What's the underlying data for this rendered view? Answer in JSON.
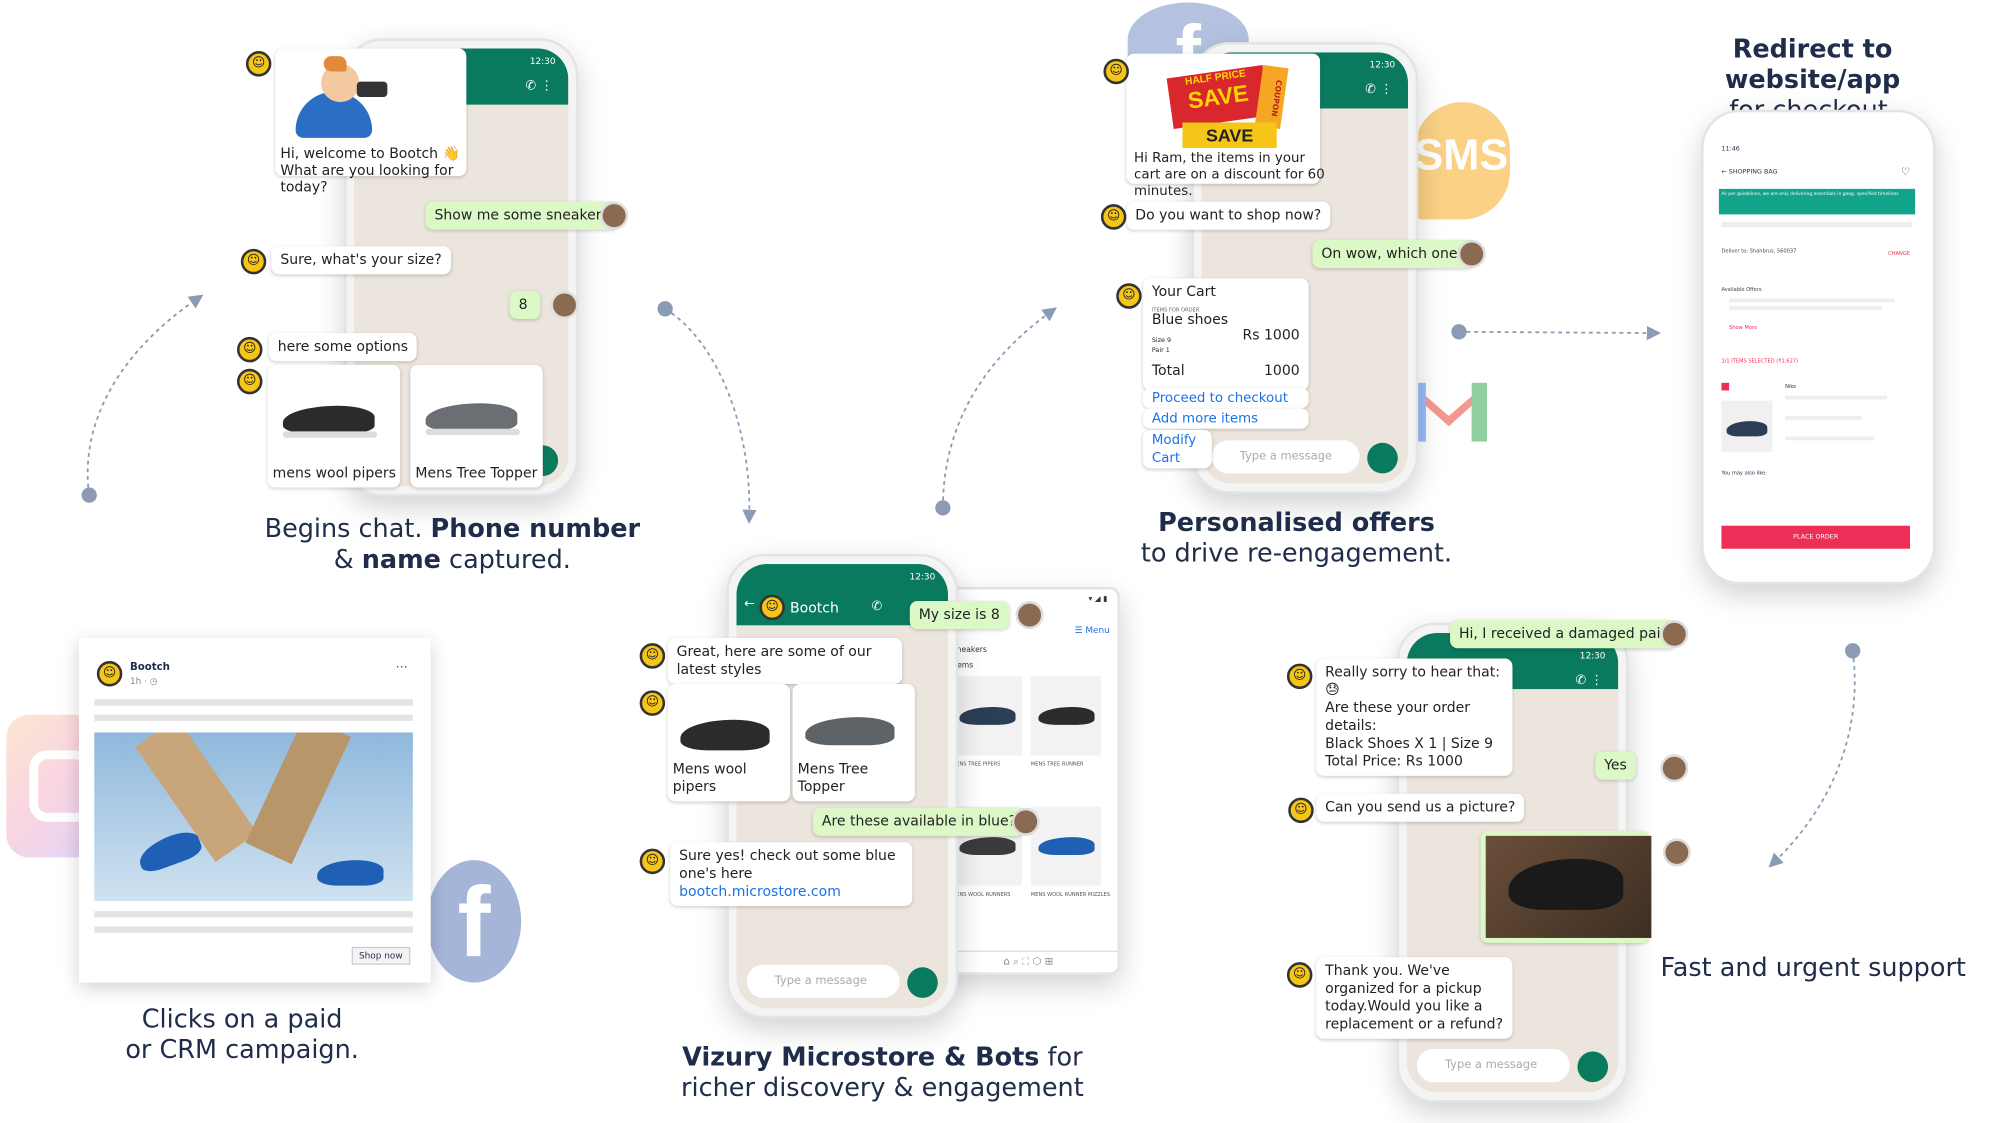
{
  "captions": {
    "c1a": "Begins chat. ",
    "c1b": "Phone  number",
    "c1c": "& ",
    "c1d": "name",
    "c1e": " captured.",
    "c2a": "Clicks on a paid",
    "c2b": "or CRM campaign.",
    "c3a": "Vizury Microstore & Bots",
    "c3b": " for",
    "c3c": "richer discovery & engagement",
    "c4a": "Personalised offers",
    "c4b": "to drive re-engagement.",
    "c5a": "Redirect to website/app",
    "c5b": "for checkout.",
    "c6": "Fast and urgent support"
  },
  "chat1": {
    "time": "12:30",
    "welcome1": "Hi, welcome to Bootch 👋",
    "welcome2": "What are you looking for today?",
    "user1": "Show me some sneakers",
    "size_q": "Sure, what's your size?",
    "size_a": "8",
    "options": "here some options",
    "prod1": "mens wool pipers",
    "prod2": "Mens Tree Topper"
  },
  "ad": {
    "brand": "Bootch",
    "meta": "1h · ◷",
    "more": "···",
    "cta": "Shop now"
  },
  "chat2": {
    "brand": "Bootch",
    "time": "12:30",
    "user1": "My size is 8",
    "msg1": "Great, here are some of our latest styles",
    "prod1": "Mens wool pipers",
    "prod2": "Mens Tree Topper",
    "user2": "Are these available in blue?",
    "msg2": "Sure yes! check out some blue one's here ",
    "link": "bootch.microstore.com",
    "placeholder": "Type a message",
    "store_menu": "☰ Menu",
    "store_items": [
      "Sneakers",
      "Items",
      "MENS TREE PIPERS",
      "MENS TREE RUNNER",
      "MENS WOOL RUNNERS",
      "MENS WOOL RUNNER MIZZLES"
    ]
  },
  "chat3": {
    "time": "12:30",
    "coupon1": "HALF PRICE",
    "coupon2": "SAVE",
    "coupon3": "SAVE",
    "coupon4": "COUPON",
    "msg1": "Hi Ram, the items in your cart are on a discount for 60 minutes.",
    "msg2": "Do you want to shop now?",
    "user1": "On wow, which one?",
    "cart_title": "Your Cart",
    "cart_sub": "ITEMS FOR ORDER",
    "item": "Blue shoes",
    "price": "Rs 1000",
    "size": "Size 9",
    "qty": "Pair 1",
    "total_label": "Total",
    "total": "1000",
    "action1": "Proceed to checkout",
    "action2": "Add more items",
    "action3": "Modify Cart",
    "placeholder": "Type a message",
    "sms": "SMS"
  },
  "checkout": {
    "time": "11:46",
    "header": "← SHOPPING BAG",
    "banner": "As per guidelines, we are only delivering essentials in geog. specified timelines",
    "deliver": "Deliver to: Shanbrus, 560037",
    "change": "CHANGE",
    "offers": "Available Offers",
    "show_more": "Show More",
    "selected": "1/1 ITEMS SELECTED (₹1,627)",
    "item": "Nike",
    "maybe": "You may also like:",
    "place_order": "PLACE ORDER"
  },
  "chat4": {
    "time": "12:30",
    "user1": "Hi, I received a damaged pair",
    "msg1": "Really sorry to hear that:😓",
    "msg1b": "Are these your order details:",
    "msg1c": "Black Shoes X 1 | Size 9",
    "msg1d": "Total Price: Rs 1000",
    "user2": "Yes",
    "msg2": "Can you send us a picture?",
    "msg3": "Thank you. We've organized for a pickup today.Would you like a replacement or a refund?",
    "placeholder": "Type a message"
  },
  "colors": {
    "wa_green": "#0a7a5e",
    "bubble_me": "#dcf8c6",
    "caption": "#1f2d4a",
    "link": "#1a73e8",
    "arrow": "#8a9bb3",
    "place_order": "#ee2e56"
  }
}
